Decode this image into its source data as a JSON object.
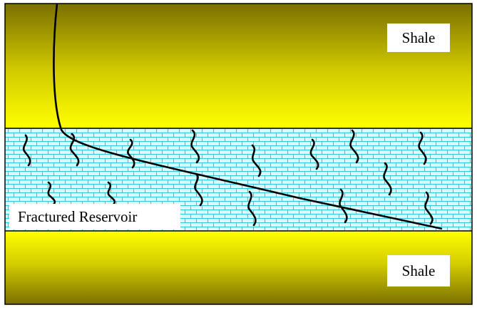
{
  "labels": {
    "shale_top": "Shale",
    "shale_bottom": "Shale",
    "reservoir": "Fractured Reservoir"
  },
  "colors": {
    "shale_dark": "#7a7000",
    "shale_bright": "#ffff00",
    "reservoir_fill": "#d9fbff",
    "brick_lines": "#2ec9d6",
    "outline": "#000000",
    "wellbore": "#000000"
  }
}
